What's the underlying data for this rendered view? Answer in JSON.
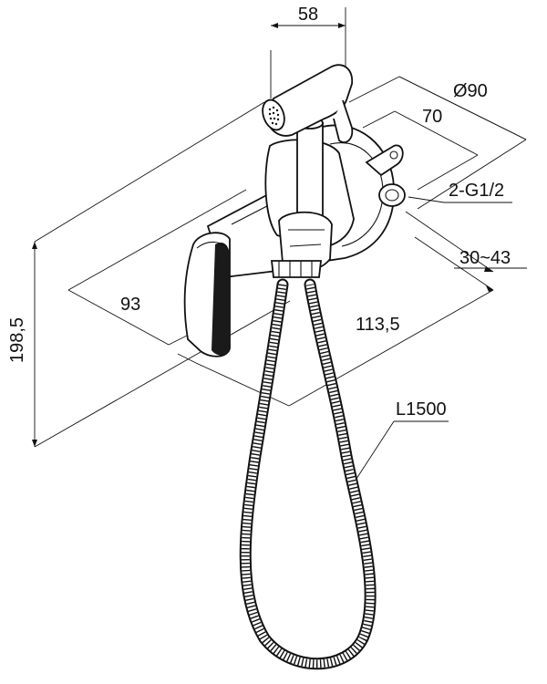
{
  "dimensions": {
    "spout_length": "58",
    "flange_diameter": "Ø90",
    "mounting_distance": "70",
    "connection_thread": "2-G1/2",
    "installation_depth": "30~43",
    "handle_projection": "93",
    "total_depth": "113,5",
    "total_height": "198,5",
    "hose_length": "L1500"
  }
}
